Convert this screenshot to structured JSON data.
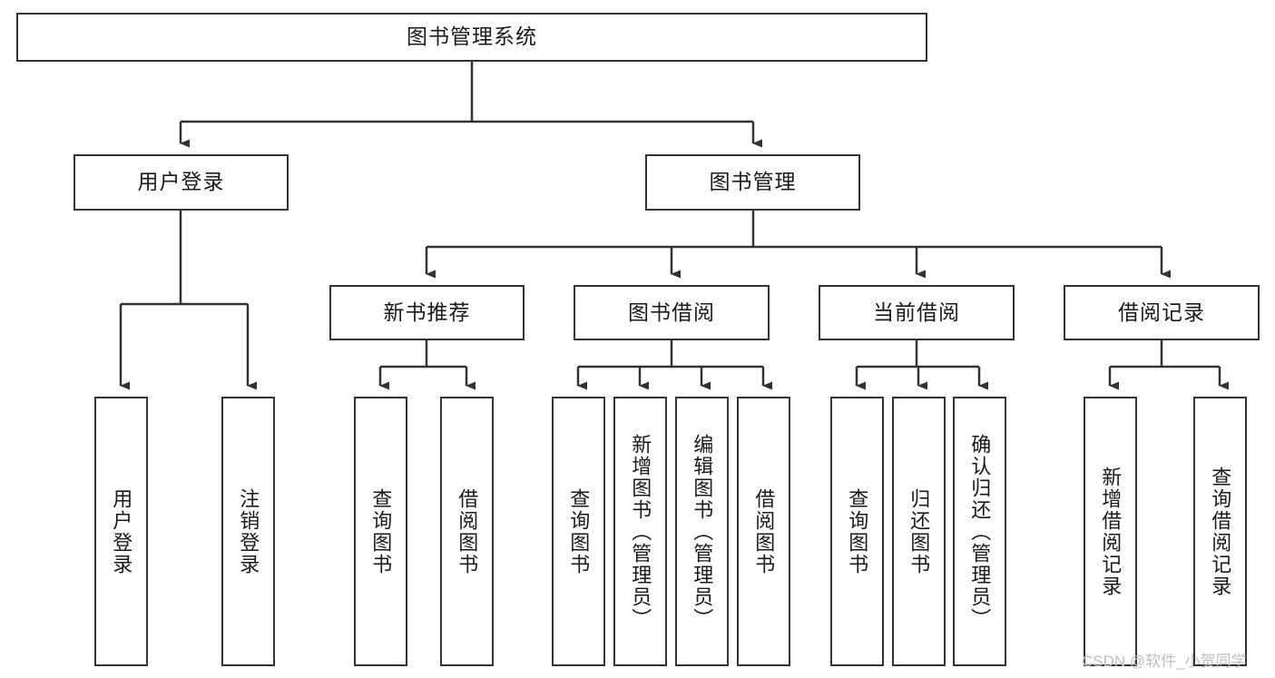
{
  "diagram": {
    "type": "tree",
    "title": "图书管理系统",
    "watermark": "CSDN @软件_小贺同学",
    "style": {
      "box_fill": "#ffffff",
      "box_stroke": "#333333",
      "edge_color": "#333333",
      "text_color": "#1a1a1a",
      "watermark_color": "#bfbfbf",
      "background": "#ffffff"
    },
    "root": {
      "id": "root",
      "label": "图书管理系统"
    },
    "level2": [
      {
        "id": "user-login",
        "label": "用户登录"
      },
      {
        "id": "book-manage",
        "label": "图书管理"
      }
    ],
    "level3": [
      {
        "id": "new-book-recommend",
        "label": "新书推荐",
        "parent": "book-manage"
      },
      {
        "id": "book-borrow",
        "label": "图书借阅",
        "parent": "book-manage"
      },
      {
        "id": "current-borrow",
        "label": "当前借阅",
        "parent": "book-manage"
      },
      {
        "id": "borrow-record",
        "label": "借阅记录",
        "parent": "book-manage"
      }
    ],
    "leaves": [
      {
        "id": "leaf-user-login",
        "label": "用户登录",
        "parent": "user-login"
      },
      {
        "id": "leaf-user-logout",
        "label": "注销登录",
        "parent": "user-login"
      },
      {
        "id": "leaf-query-book-1",
        "label": "查询图书",
        "parent": "new-book-recommend"
      },
      {
        "id": "leaf-borrow-book-1",
        "label": "借阅图书",
        "parent": "new-book-recommend"
      },
      {
        "id": "leaf-query-book-2",
        "label": "查询图书",
        "parent": "book-borrow"
      },
      {
        "id": "leaf-add-book",
        "label": "新增图书（管理员）",
        "parent": "book-borrow"
      },
      {
        "id": "leaf-edit-book",
        "label": "编辑图书（管理员）",
        "parent": "book-borrow"
      },
      {
        "id": "leaf-borrow-book-2",
        "label": "借阅图书",
        "parent": "book-borrow"
      },
      {
        "id": "leaf-query-book-3",
        "label": "查询图书",
        "parent": "current-borrow"
      },
      {
        "id": "leaf-return-book",
        "label": "归还图书",
        "parent": "current-borrow"
      },
      {
        "id": "leaf-confirm-return",
        "label": "确认归还（管理员）",
        "parent": "current-borrow"
      },
      {
        "id": "leaf-add-record",
        "label": "新增借阅记录",
        "parent": "borrow-record"
      },
      {
        "id": "leaf-query-record",
        "label": "查询借阅记录",
        "parent": "borrow-record"
      }
    ]
  }
}
